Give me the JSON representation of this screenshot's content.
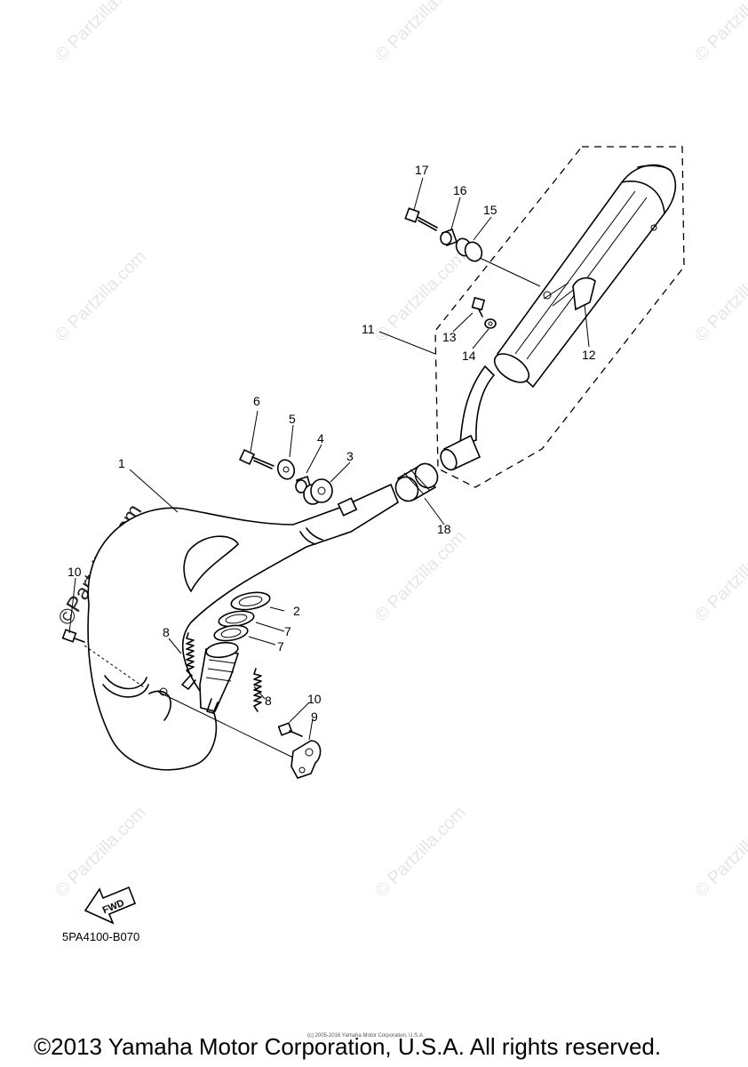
{
  "diagram": {
    "code": "5PA4100-B070",
    "fwd_label": "FWD",
    "callouts": [
      "1",
      "2",
      "3",
      "4",
      "5",
      "6",
      "7",
      "7",
      "8",
      "8",
      "9",
      "10",
      "10",
      "11",
      "12",
      "13",
      "14",
      "15",
      "16",
      "17",
      "18"
    ]
  },
  "watermark": {
    "text": "© Partzilla.com",
    "large_text": "©Partzilla.com"
  },
  "footer": {
    "copyright": "©2013 Yamaha Motor Corporation, U.S.A. All rights reserved.",
    "small_note": "(c) 2005-2016 Yamaha Motor Corporation, U.S.A."
  }
}
